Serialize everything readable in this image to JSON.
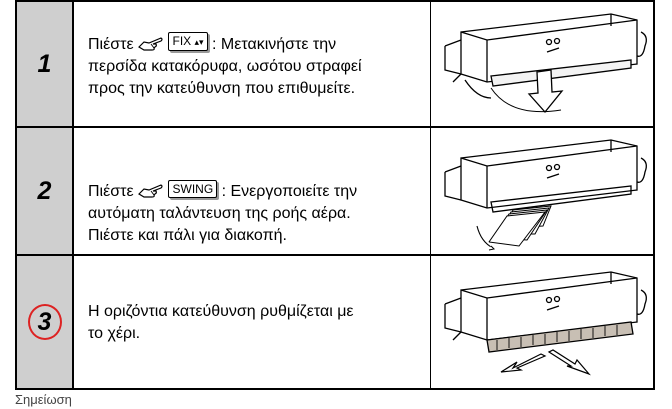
{
  "steps": [
    {
      "number": "1",
      "prefix": "Πιέστε",
      "button_label": "FIX",
      "button_glyph": "▴▾",
      "line1_rest": ": Μετακινήστε την",
      "line2": "περσίδα κατακόρυφα, ωσότου στραφεί",
      "line3": "προς την κατεύθυνση που επιθυμείτε."
    },
    {
      "number": "2",
      "prefix": "Πιέστε",
      "button_label": "SWING",
      "line1_rest": ": Ενεργοποιείτε την",
      "line2": "αυτόματη ταλάντευση της ροής αέρα.",
      "line3": "Πιέστε και πάλι για διακοπή."
    },
    {
      "number": "3",
      "line1": "Η οριζόντια κατεύθυνση ρυθμίζεται με",
      "line2": "το χέρι."
    }
  ],
  "footer_text": "Σημείωση",
  "colors": {
    "number_cell_bg": "#cfcfcf",
    "circle_highlight": "#dd2222"
  },
  "icons": [
    "pointing-hand-icon",
    "air-conditioner-illustration",
    "airflow-arrow-icon"
  ]
}
